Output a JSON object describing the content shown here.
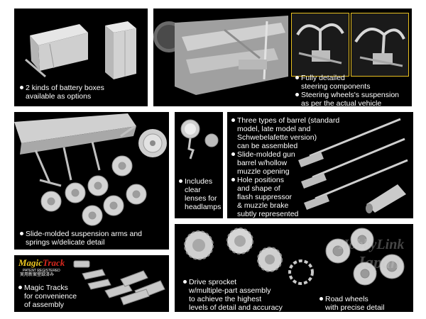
{
  "battery": {
    "lines": [
      "2 kinds of battery boxes",
      "available as options"
    ]
  },
  "steering": {
    "lines": [
      "Fully detailed",
      "steering components",
      "Steering wheels's suspension",
      "as per the actual vehicle"
    ]
  },
  "suspension": {
    "lines": [
      "Slide-molded suspension arms and",
      "springs w/delicate detail"
    ]
  },
  "headlamp": {
    "lines": [
      "Includes",
      "clear",
      "lenses for",
      "headlamps"
    ]
  },
  "barrel": {
    "lines": [
      "Three types of barrel (standard",
      "model, late model and",
      "Schwebelafette version)",
      "can be assembled",
      "Slide-molded gun",
      "barrel w/hollow",
      "muzzle opening",
      "Hole positions",
      "and shape of",
      "flash suppressor",
      "& muzzle brake",
      "subtly represented"
    ]
  },
  "tracks": {
    "logo_magic": "Magic",
    "logo_track": "Track",
    "logo_sub1": "PATENT REGISTERED",
    "logo_sub2": "実用新案登録済み",
    "lines": [
      "Magic Tracks",
      "for convenience",
      "of assembly"
    ]
  },
  "sprocket": {
    "lines": [
      "Drive sprocket",
      "w/multiple-part assembly",
      "to achieve the highest",
      "levels of detail and accuracy"
    ]
  },
  "roadwheels": {
    "lines": [
      "Road wheels",
      "with precise detail"
    ]
  },
  "watermark": {
    "line1": "HobbyLink",
    "line2": "Japan"
  },
  "colors": {
    "panel": "#000000",
    "text": "#ffffff",
    "inset_border": "#e8c020",
    "part_gray": "#c8c8c8",
    "logo_red": "#d8281e",
    "logo_yellow": "#f0c820"
  }
}
